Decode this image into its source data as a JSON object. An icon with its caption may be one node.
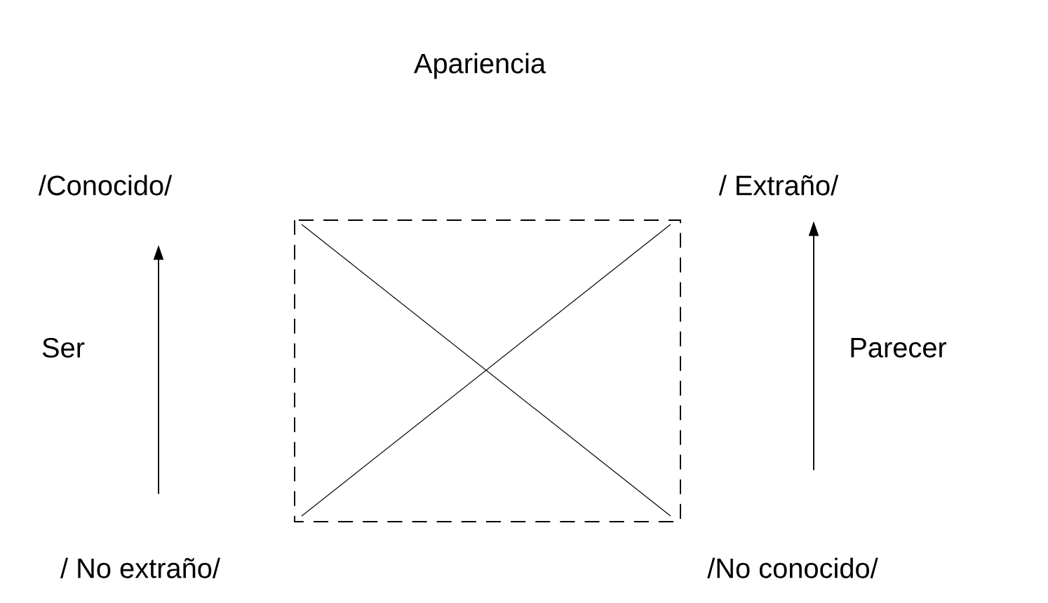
{
  "diagram": {
    "title": "Apariencia",
    "nodes": [
      {
        "text": [
          "/Conocido/"
        ]
      },
      {
        "text": [
          "/ Extraño/"
        ]
      },
      {
        "text": [
          "/ No extraño/"
        ]
      },
      {
        "text": [
          "/No conocido/"
        ]
      }
    ],
    "edges": [
      {
        "from": 2,
        "to": 0,
        "arrow": "to",
        "label": "Ser"
      },
      {
        "from": 3,
        "to": 1,
        "arrow": "to",
        "label": "Parecer"
      }
    ]
  }
}
